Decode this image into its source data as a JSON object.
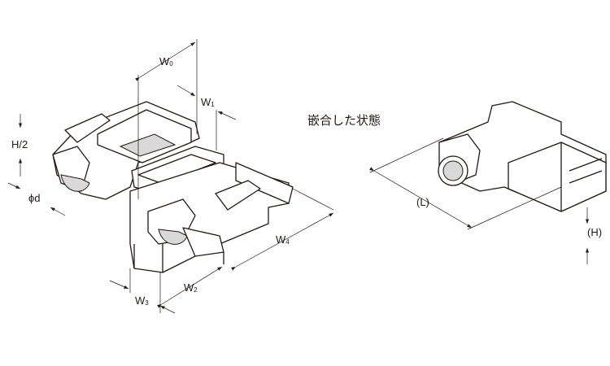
{
  "title": "嵌合した状態",
  "dimensions": {
    "w0": {
      "main": "W",
      "sub": "0"
    },
    "w1": {
      "main": "W",
      "sub": "1"
    },
    "w2": {
      "main": "W",
      "sub": "2"
    },
    "w3": {
      "main": "W",
      "sub": "3"
    },
    "w4": {
      "main": "W",
      "sub": "4"
    },
    "h_half": "H/2",
    "diameter": "ϕd",
    "length": "(L)",
    "height": "(H)"
  }
}
